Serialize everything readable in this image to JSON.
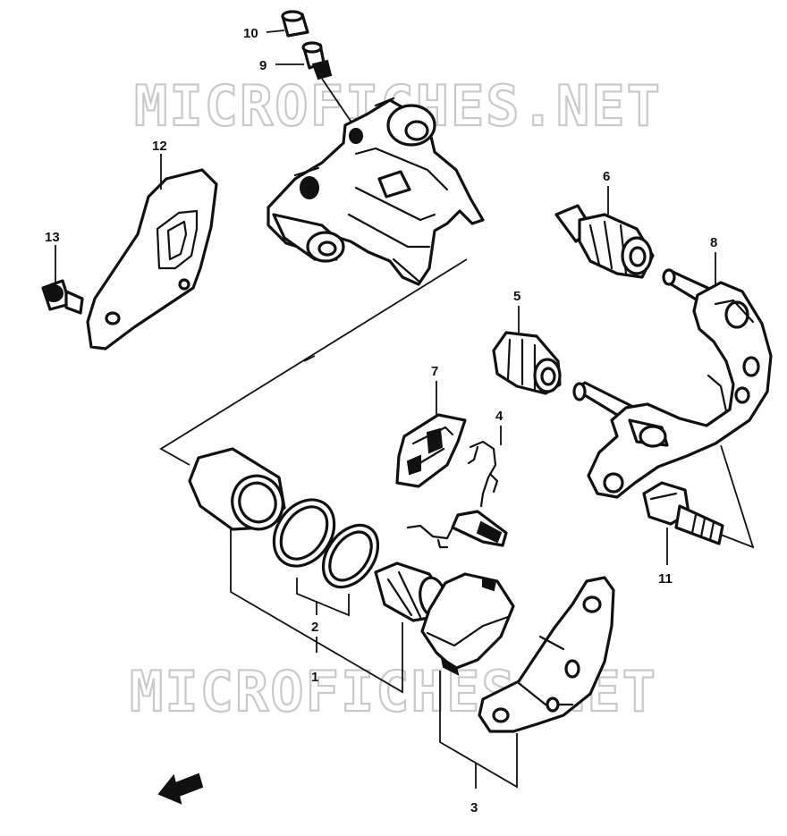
{
  "watermark": {
    "top": "MICROFICHES.NET",
    "bottom": "MICROFICHES.NET"
  },
  "callouts": {
    "c1": "1",
    "c2": "2",
    "c3": "3",
    "c4": "4",
    "c5": "5",
    "c6": "6",
    "c7": "7",
    "c8": "8",
    "c9": "9",
    "c10": "10",
    "c11": "11",
    "c12": "12",
    "c13": "13"
  },
  "icons": {
    "direction_arrow": "front-direction-arrow-icon"
  }
}
